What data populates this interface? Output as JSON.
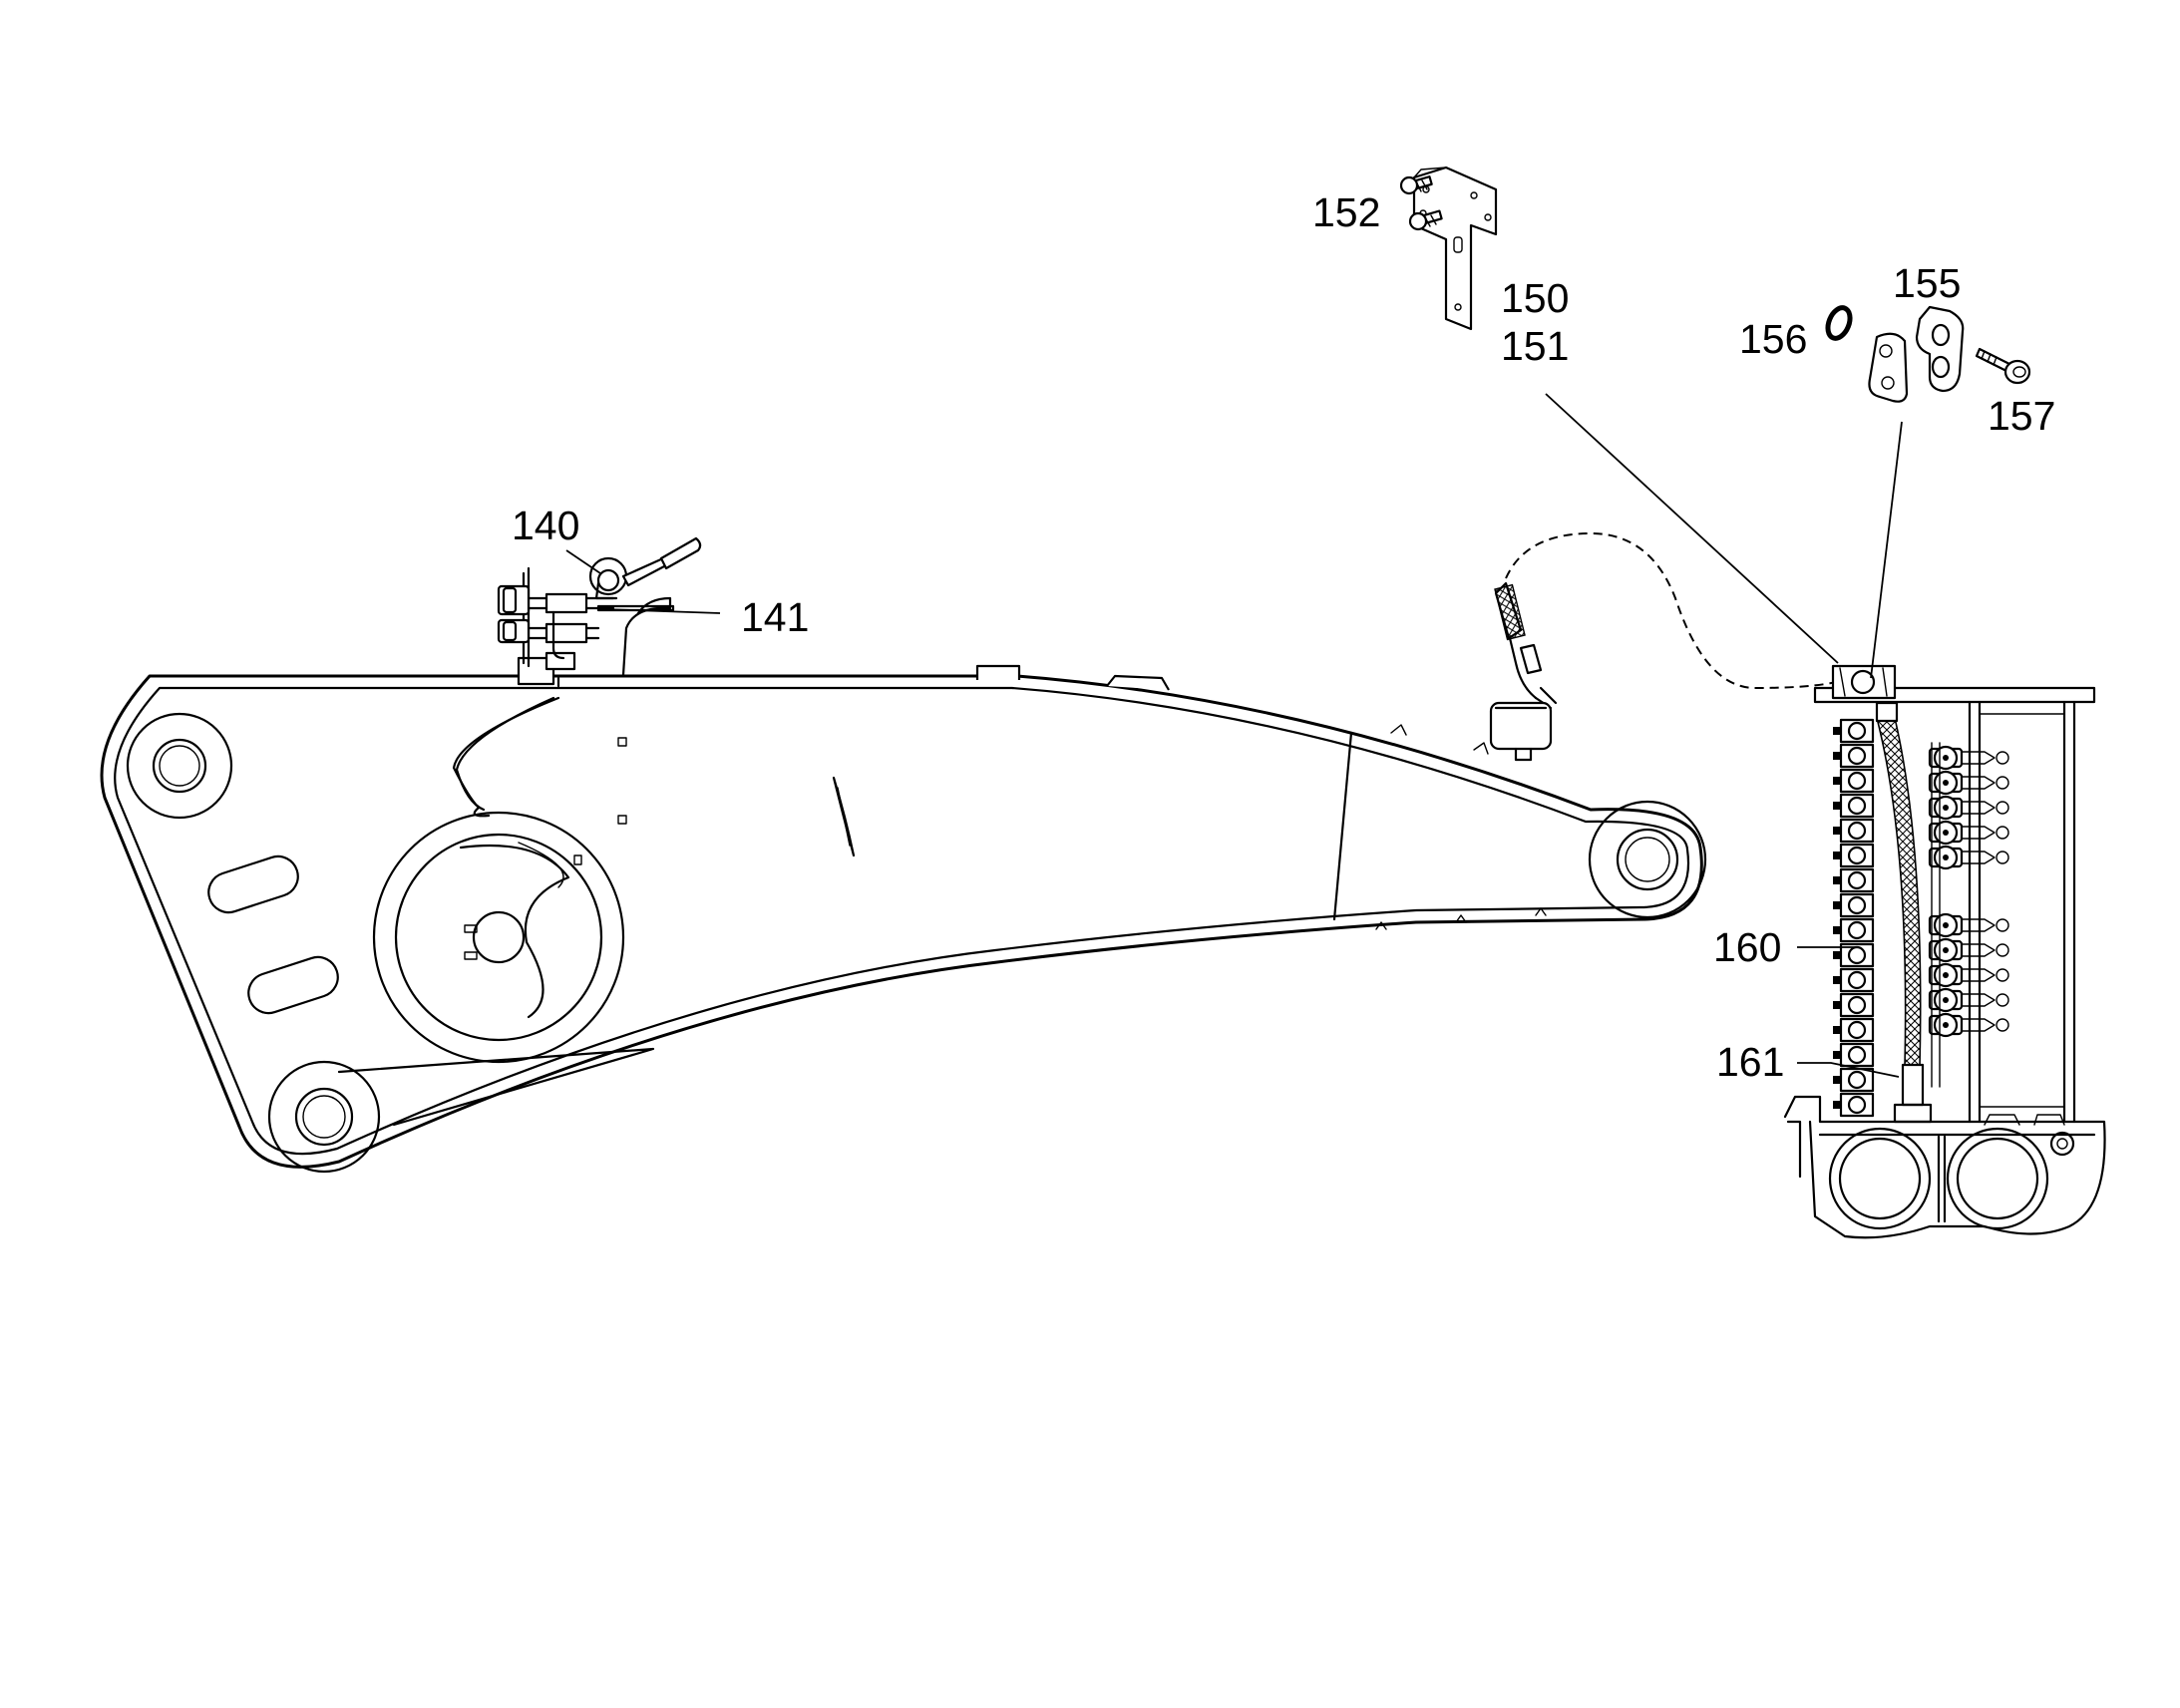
{
  "labels": {
    "l140": "140",
    "l141": "141",
    "l150": "150",
    "l151": "151",
    "l152": "152",
    "l155": "155",
    "l156": "156",
    "l157": "157",
    "l160": "160",
    "l161": "161"
  }
}
